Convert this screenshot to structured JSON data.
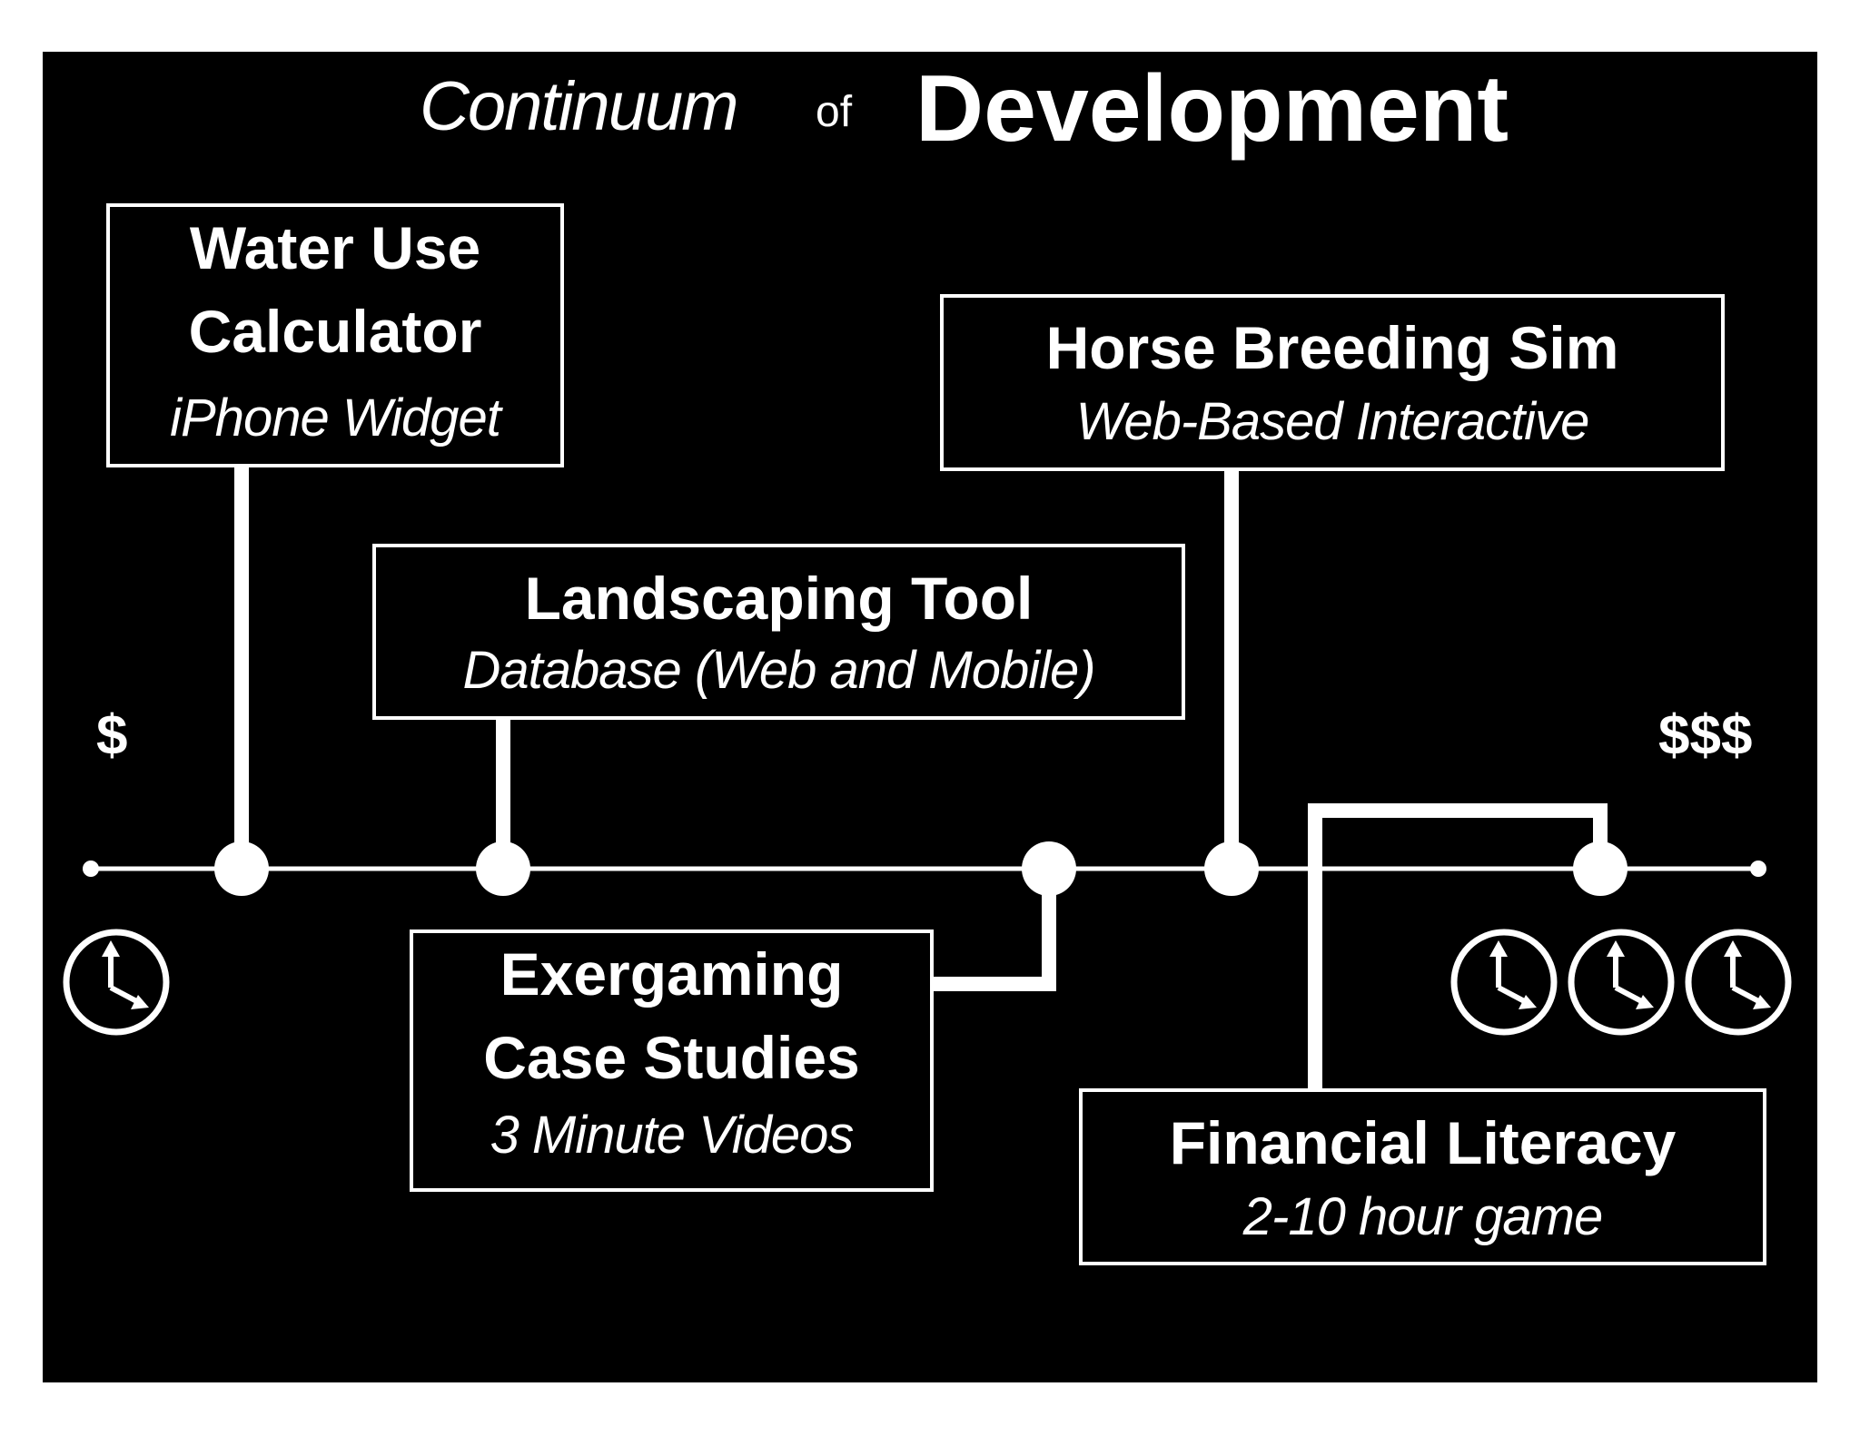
{
  "title": {
    "part1": "Continuum",
    "part2": "of",
    "part3": "Development"
  },
  "cost": {
    "low": "$",
    "high": "$$$"
  },
  "items": [
    {
      "title_line1": "Water Use",
      "title_line2": "Calculator",
      "subtitle": "iPhone Widget"
    },
    {
      "title_line1": "Landscaping Tool",
      "subtitle": "Database (Web and Mobile)"
    },
    {
      "title_line1": "Exergaming",
      "title_line2": "Case Studies",
      "subtitle": "3 Minute Videos"
    },
    {
      "title_line1": "Horse Breeding Sim",
      "subtitle": "Web-Based Interactive"
    },
    {
      "title_line1": "Financial Literacy",
      "subtitle": "2-10 hour game"
    }
  ],
  "time_icons": {
    "low": {
      "icon": "clock-icon",
      "count": 1
    },
    "high": {
      "icon": "clock-icon",
      "count": 3
    }
  },
  "colors": {
    "background": "#000000",
    "foreground": "#ffffff"
  }
}
